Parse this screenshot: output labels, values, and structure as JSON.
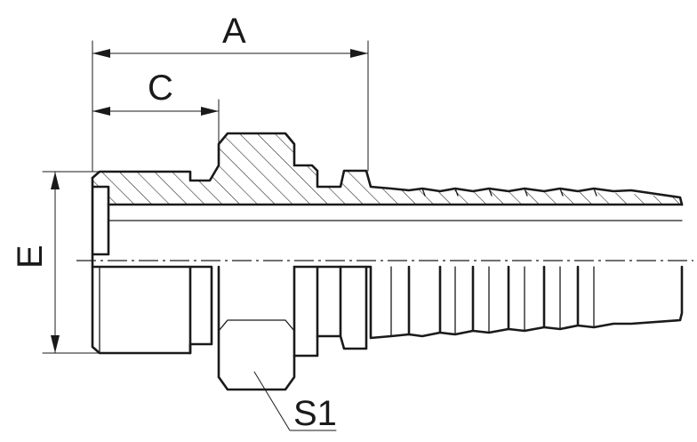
{
  "labels": {
    "dim_a": "A",
    "dim_c": "C",
    "dim_e": "E",
    "dim_s1": "S1"
  }
}
